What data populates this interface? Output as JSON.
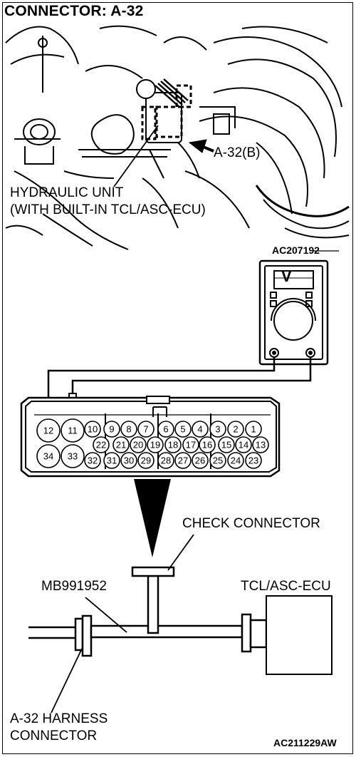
{
  "title": "CONNECTOR: A-32",
  "top_figure": {
    "arrow_label": "A-32(B)",
    "unit_label_line1": "HYDRAULIC UNIT",
    "unit_label_line2": "(WITH BUILT-IN TCL/ASC-ECU)",
    "figure_code": "AC207192"
  },
  "meter": {
    "symbol": "V"
  },
  "connector_pins": {
    "row1": [
      "12",
      "11",
      "10",
      "9",
      "8",
      "7",
      "6",
      "5",
      "4",
      "3",
      "2",
      "1"
    ],
    "row2": [
      "22",
      "21",
      "20",
      "19",
      "18",
      "17",
      "16",
      "15",
      "14",
      "13"
    ],
    "row3": [
      "34",
      "33",
      "32",
      "31",
      "30",
      "29",
      "28",
      "27",
      "26",
      "25",
      "24",
      "23"
    ]
  },
  "bottom_figure": {
    "check_connector_label": "CHECK CONNECTOR",
    "tool_label": "MB991952",
    "ecu_label": "TCL/ASC-ECU",
    "harness_label_line1": "A-32 HARNESS",
    "harness_label_line2": "CONNECTOR",
    "figure_code": "AC211229AW"
  }
}
